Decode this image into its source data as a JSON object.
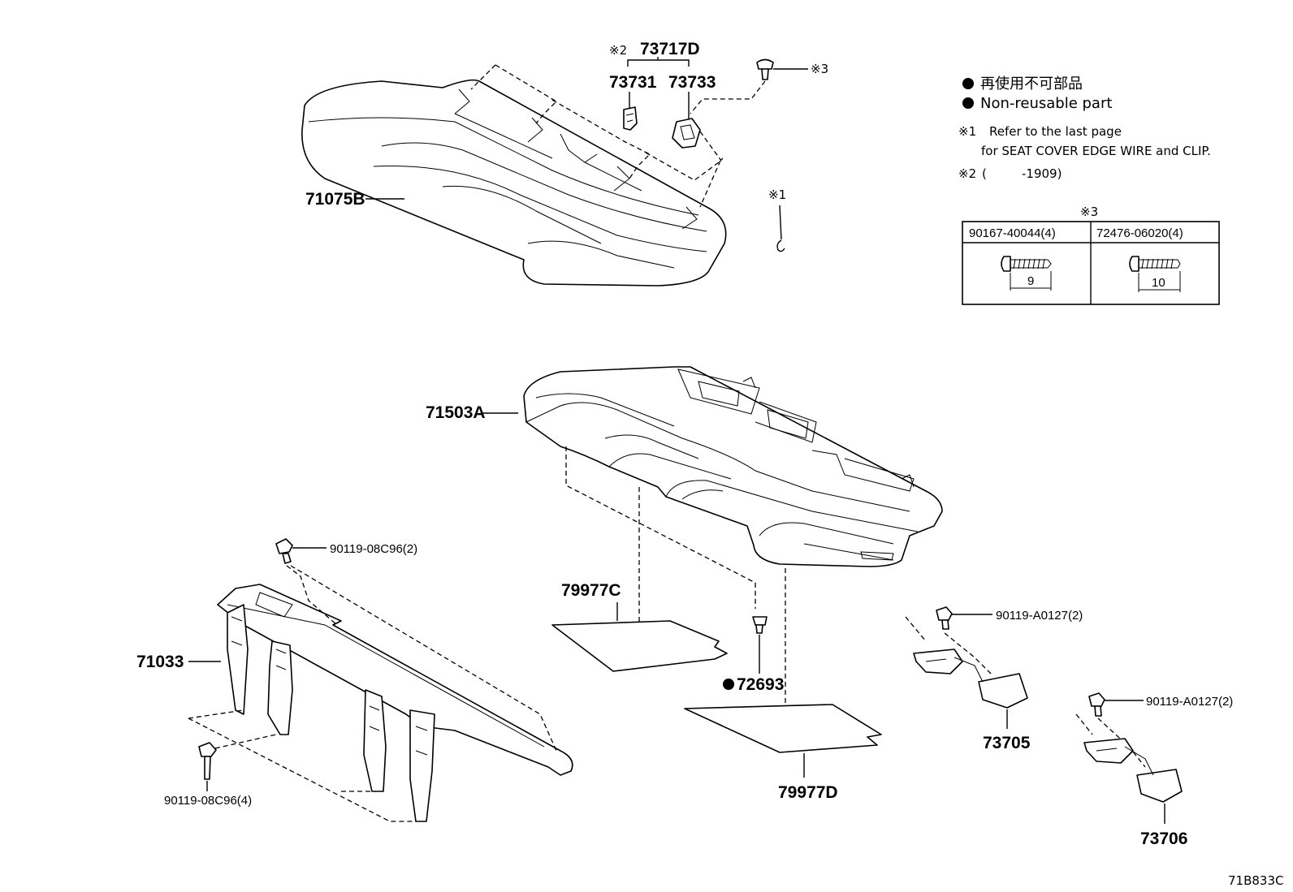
{
  "labels": {
    "p73717D": "73717D",
    "p73717D_mark": "※2",
    "p73731": "73731",
    "p73733": "73733",
    "p71075B": "71075B",
    "star1": "※1",
    "star3_fastener": "※3",
    "p71503A": "71503A",
    "p79977C": "79977C",
    "p72693": "72693",
    "p79977D": "79977D",
    "p71033": "71033",
    "bolt_top": "90119-08C96(2)",
    "bolt_bottom": "90119-08C96(4)",
    "bolt_73705": "90119-A0127(2)",
    "p73705": "73705",
    "bolt_73706": "90119-A0127(2)",
    "p73706": "73706",
    "diagram_code": "71B833C"
  },
  "legend": {
    "line1": "再使用不可部品",
    "line2": "Non-reusable part",
    "note1_mark": "※1",
    "note1_a": "Refer to the last page",
    "note1_b": "for SEAT COVER EDGE WIRE and CLIP.",
    "note2_mark": "※2",
    "note2_open": "(",
    "note2_range": "-1909)",
    "bullet_color": "#000000"
  },
  "fastener_table": {
    "mark": "※3",
    "col1_part": "90167-40044(4)",
    "col1_length": "9",
    "col2_part": "72476-06020(4)",
    "col2_length": "10"
  }
}
